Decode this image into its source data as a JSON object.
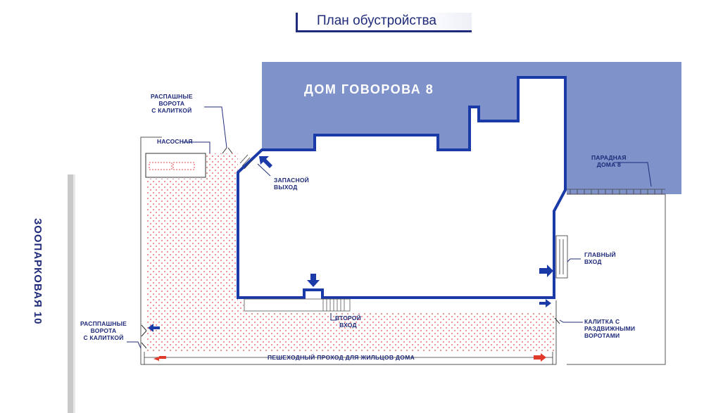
{
  "title": "План обустройства",
  "house": {
    "label": "ДОМ ГОВОРОВА  8"
  },
  "street": {
    "label": "ЗООПАРКОВАЯ 10"
  },
  "labels": {
    "gates_top": "РАСПАШНЫЕ\nВОРОТА\nС КАЛИТКОЙ",
    "pump": "НАСОСНАЯ",
    "emergency_exit": "ЗАПАСНОЙ\nВЫХОД",
    "front_door": "ПАРАДНАЯ\nДОМА 8",
    "main_entrance": "ГЛАВНЫЙ\nВХОД",
    "gate_sliding": "КАЛИТКА С\nРАЗДВИЖНЫМИ\nВОРОТАМИ",
    "second_entrance": "ВТОРОЙ\nВХОД",
    "gates_left": "РАСППАШНЫЕ\nВОРОТА\nС КАЛИТКОЙ",
    "walkway": "ПЕШЕХОДНЫЙ ПРОХОД ДЛЯ ЖИЛЬЦОВ ДОМА"
  },
  "colors": {
    "navy": "#1f2b7a",
    "building_fill": "#7f92c9",
    "outline": "#1a3aa8",
    "arrow": "#1a3aa8",
    "dots": "#e04848",
    "walkway_arrow": "#e03a2a"
  }
}
